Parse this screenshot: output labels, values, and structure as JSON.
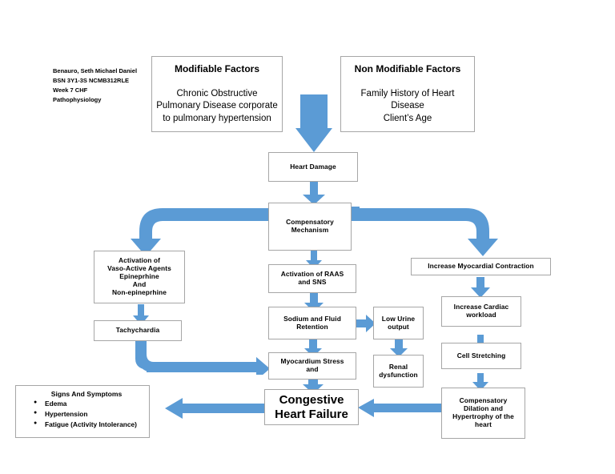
{
  "page": {
    "title": "Congestive Heart Failure Pathophysiology Concept Map",
    "background_color": "#ffffff",
    "arrow_color": "#5b9bd5",
    "box_border_color": "#a6a6a6"
  },
  "header_note": {
    "name": "Benauro, Seth Michael Daniel",
    "course": "BSN 3Y1-3S NCMB312RLE",
    "week": "Week 7 CHF",
    "subject": "Pathophysiology",
    "text": "Benauro, Seth Michael Daniel\nBSN 3Y1-3S NCMB312RLE\nWeek 7 CHF\nPathophysiology"
  },
  "nodes": {
    "modifiable_factors": {
      "title": "Modifiable Factors",
      "body": "Chronic Obstructive\nPulmonary Disease corporate\nto pulmonary hypertension"
    },
    "non_modifiable_factors": {
      "title": "Non Modifiable Factors",
      "body": "Family History of Heart\nDisease\nClient’s Age"
    },
    "heart_damage": {
      "label": "Heart Damage"
    },
    "compensatory_mechanism": {
      "label": "Compensatory\nMechanism"
    },
    "vaso_active": {
      "label": "Activation of\nVaso-Active Agents\nEpineprhine\nAnd\nNon-epineprhine"
    },
    "tachychardia": {
      "label": "Tachychardia"
    },
    "activation_raas_sns": {
      "label": "Activation of RAAS\nand SNS"
    },
    "sodium_fluid_retention": {
      "label": "Sodium and Fluid\nRetention"
    },
    "low_urine_output": {
      "label": "Low Urine\noutput"
    },
    "renal_dysfunction": {
      "label": "Renal\ndysfunction"
    },
    "myocardium_stress": {
      "label": "Myocardium Stress\nand"
    },
    "increase_myocardial_contraction": {
      "label": "Increase Myocardial Contraction"
    },
    "increase_cardiac_workload": {
      "label": "Increase Cardiac\nworkload"
    },
    "cell_stretching": {
      "label": "Cell Stretching"
    },
    "compensatory_dilation": {
      "label": "Compensatory\nDilation and\nHypertrophy of the\nheart"
    },
    "congestive_heart_failure": {
      "label": "Congestive\nHeart Failure"
    }
  },
  "signs_and_symptoms": {
    "title": "Signs And Symptoms",
    "items": [
      "Edema",
      "Hypertension",
      "Fatigue (Activity\nIntolerance)"
    ]
  }
}
